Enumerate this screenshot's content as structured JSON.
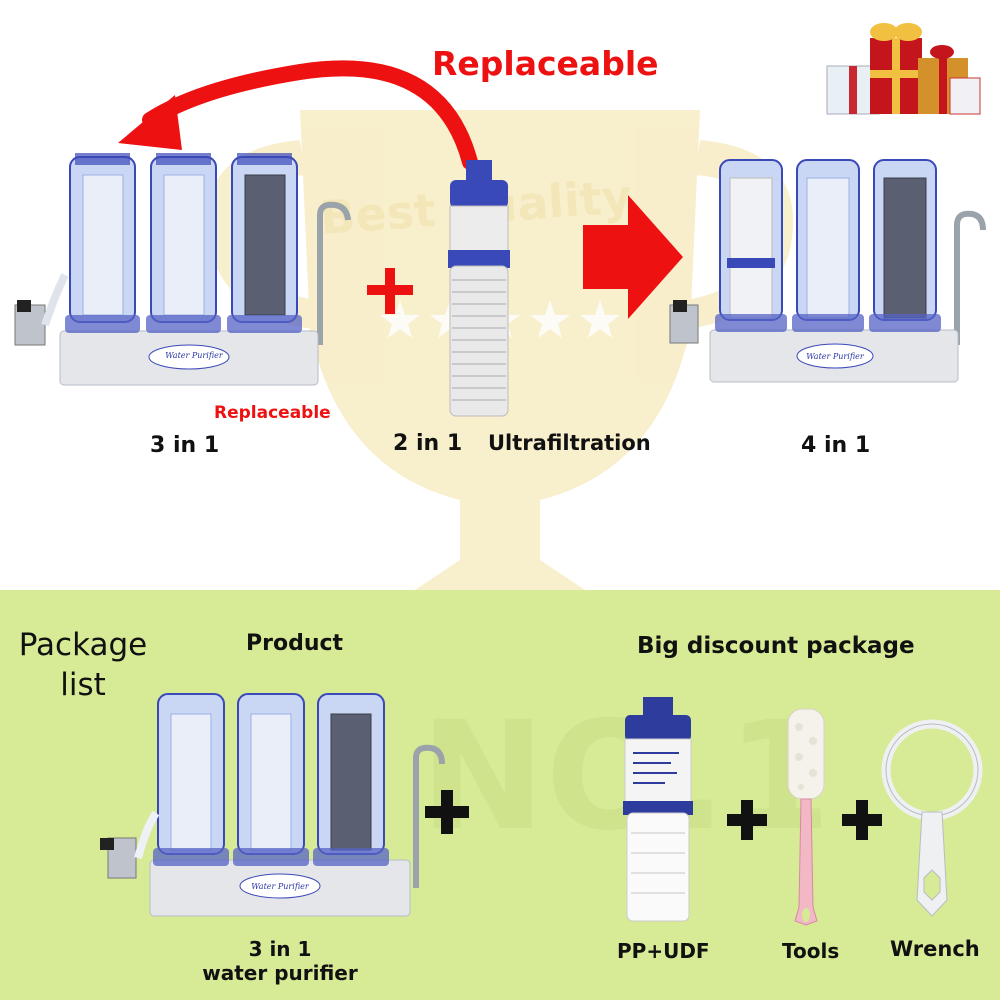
{
  "top": {
    "headline": "Replaceable",
    "replaceable_label": "Replaceable",
    "label_3in1": "3 in 1",
    "label_2in1": "2 in 1",
    "label_ultra": "Ultrafiltration",
    "label_4in1": "4 in 1",
    "watermark": "Best quality",
    "base_brand": "Water Purifier"
  },
  "bottom": {
    "package_line1": "Package",
    "package_line2": "list",
    "product_heading": "Product",
    "discount_heading": "Big discount package",
    "product_line1": "3 in 1",
    "product_line2": "water purifier",
    "item_pp": "PP+UDF",
    "item_tools": "Tools",
    "item_wrench": "Wrench",
    "watermark": "NO.1"
  },
  "colors": {
    "accent_red": "#ee1111",
    "panel_green": "#d7eb96",
    "filter_blue": "#3a49b8"
  }
}
